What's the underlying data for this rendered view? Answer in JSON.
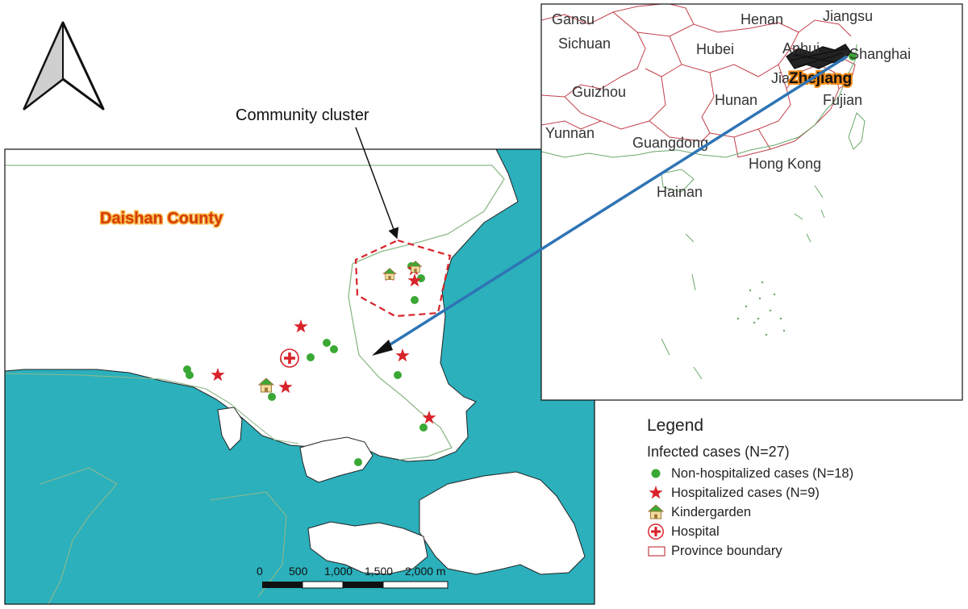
{
  "main_map": {
    "county_label": "Daishan County",
    "cluster_label": "Community cluster",
    "scale_bar": {
      "ticks": [
        "0",
        "500",
        "1,000",
        "1,500",
        "2,000 m"
      ]
    },
    "colors": {
      "sea": "#2bb0bc",
      "land": "#ffffff",
      "non_hospitalized": "#3aa835",
      "hospitalized": "#d8232a",
      "cluster_outline": "#d8232a",
      "connector": "#2e74b5"
    },
    "icons": {
      "north_arrow": "north-arrow-icon",
      "kindergarden": "kindergarden-icon",
      "hospital": "hospital-cross-icon"
    }
  },
  "inset_map": {
    "province_labels": [
      "Gansu",
      "Henan",
      "Jiangsu",
      "Sichuan",
      "Hubei",
      "Anhui",
      "Shanghai",
      "Zhejiang",
      "Guizhou",
      "Hunan",
      "Fujian",
      "Yunnan",
      "Guangdong",
      "Hong Kong",
      "Hainan",
      "Jiangxi"
    ],
    "highlight_province": "Zhejiang"
  },
  "legend": {
    "title": "Legend",
    "subtitle": "Infected cases (N=27)",
    "items": [
      {
        "icon": "green-dot-icon",
        "label": "Non-hospitalized cases (N=18)"
      },
      {
        "icon": "red-star-icon",
        "label": "Hospitalized cases (N=9)"
      },
      {
        "icon": "kindergarden-icon",
        "label": "Kindergarden"
      },
      {
        "icon": "hospital-cross-icon",
        "label": "Hospital"
      },
      {
        "icon": "province-boundary-icon",
        "label": "Province boundary"
      }
    ]
  }
}
